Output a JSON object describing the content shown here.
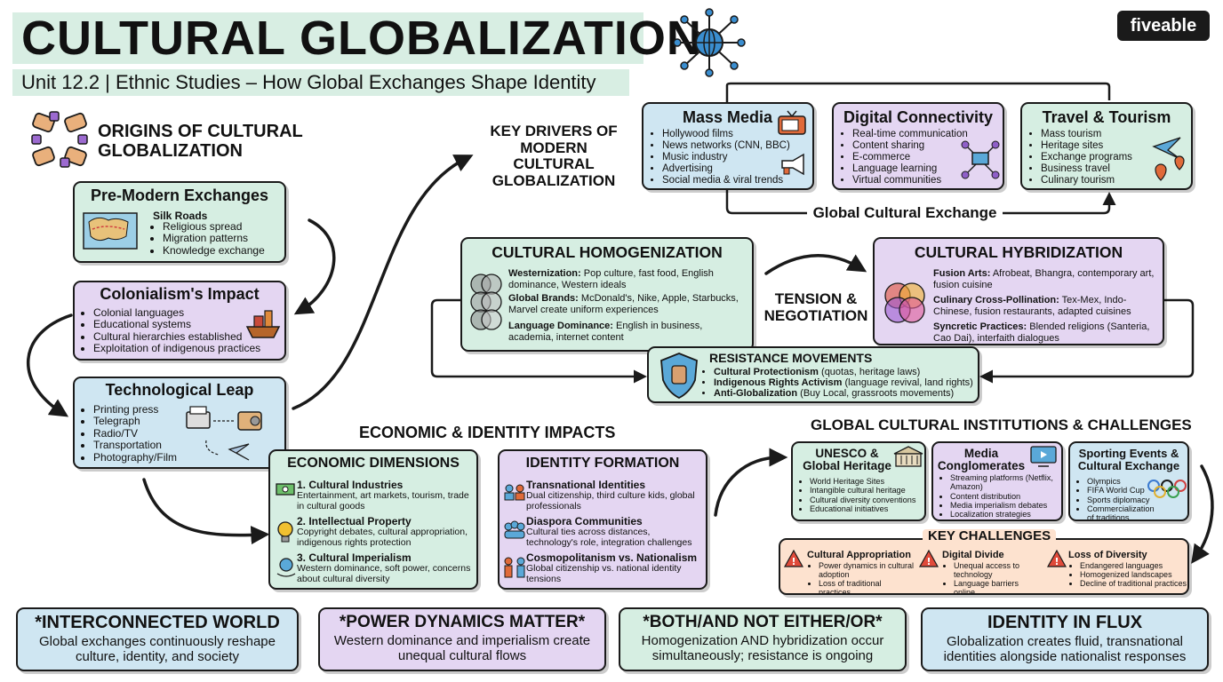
{
  "header": {
    "title": "CULTURAL GLOBALIZATION",
    "subtitle": "Unit 12.2 | Ethnic Studies – How Global Exchanges Shape Identity",
    "brand": "fiveable"
  },
  "origins": {
    "heading": "ORIGINS OF CULTURAL GLOBALIZATION",
    "pre_modern": {
      "title": "Pre-Modern Exchanges",
      "sub": "Silk Roads",
      "items": [
        "Religious spread",
        "Migration patterns",
        "Knowledge exchange"
      ]
    },
    "colonialism": {
      "title": "Colonialism's Impact",
      "items": [
        "Colonial languages",
        "Educational systems",
        "Cultural hierarchies established",
        "Exploitation of indigenous practices"
      ]
    },
    "technology": {
      "title": "Technological Leap",
      "items": [
        "Printing press",
        "Telegraph",
        "Radio/TV",
        "Transportation",
        "Photography/Film"
      ]
    }
  },
  "drivers": {
    "heading": "KEY DRIVERS OF MODERN CULTURAL GLOBALIZATION",
    "mass_media": {
      "title": "Mass Media",
      "items": [
        "Hollywood films",
        "News networks (CNN, BBC)",
        "Music industry",
        "Advertising",
        "Social media & viral trends"
      ]
    },
    "digital": {
      "title": "Digital Connectivity",
      "items": [
        "Real-time communication",
        "Content sharing",
        "E-commerce",
        "Language learning",
        "Virtual communities"
      ]
    },
    "travel": {
      "title": "Travel & Tourism",
      "items": [
        "Mass tourism",
        "Heritage sites",
        "Exchange programs",
        "Business travel",
        "Culinary tourism"
      ]
    },
    "exchange_label": "Global Cultural Exchange"
  },
  "homogenization": {
    "title": "CULTURAL HOMOGENIZATION",
    "items": [
      {
        "label": "Westernization:",
        "text": "Pop culture, fast food, English dominance, Western ideals"
      },
      {
        "label": "Global Brands:",
        "text": "McDonald's, Nike, Apple, Starbucks, Marvel create uniform experiences"
      },
      {
        "label": "Language Dominance:",
        "text": "English in business, academia, internet content"
      }
    ]
  },
  "tension": {
    "label": "TENSION & NEGOTIATION"
  },
  "hybridization": {
    "title": "CULTURAL HYBRIDIZATION",
    "items": [
      {
        "label": "Fusion Arts:",
        "text": "Afrobeat, Bhangra, contemporary art, fusion cuisine"
      },
      {
        "label": "Culinary Cross-Pollination:",
        "text": "Tex-Mex, Indo-Chinese, fusion restaurants, adapted cuisines"
      },
      {
        "label": "Syncretic Practices:",
        "text": "Blended religions (Santeria, Cao Dai), interfaith dialogues"
      }
    ]
  },
  "resistance": {
    "title": "RESISTANCE MOVEMENTS",
    "items": [
      {
        "label": "Cultural Protectionism",
        "text": "(quotas, heritage laws)"
      },
      {
        "label": "Indigenous Rights Activism",
        "text": "(language revival, land rights)"
      },
      {
        "label": "Anti-Globalization",
        "text": "(Buy Local, grassroots movements)"
      }
    ]
  },
  "economic_identity": {
    "heading": "ECONOMIC & IDENTITY IMPACTS",
    "economic": {
      "title": "ECONOMIC DIMENSIONS",
      "items": [
        {
          "label": "1. Cultural Industries",
          "text": "Entertainment, art markets, tourism, trade in cultural goods"
        },
        {
          "label": "2. Intellectual Property",
          "text": "Copyright debates, cultural appropriation, indigenous rights protection"
        },
        {
          "label": "3. Cultural Imperialism",
          "text": "Western dominance, soft power, concerns about cultural diversity"
        }
      ]
    },
    "identity": {
      "title": "IDENTITY FORMATION",
      "items": [
        {
          "label": "Transnational Identities",
          "text": "Dual citizenship, third culture kids, global professionals"
        },
        {
          "label": "Diaspora Communities",
          "text": "Cultural ties across distances, technology's role, integration challenges"
        },
        {
          "label": "Cosmopolitanism vs. Nationalism",
          "text": "Global citizenship vs. national identity tensions"
        }
      ]
    }
  },
  "institutions": {
    "heading": "GLOBAL CULTURAL INSTITUTIONS & CHALLENGES",
    "unesco": {
      "title": "UNESCO & Global Heritage",
      "items": [
        "World Heritage Sites",
        "Intangible cultural heritage",
        "Cultural diversity conventions",
        "Educational initiatives"
      ]
    },
    "media": {
      "title": "Media Conglomerates",
      "items": [
        "Streaming platforms (Netflix, Amazon)",
        "Content distribution",
        "Media imperialism debates",
        "Localization strategies"
      ]
    },
    "sports": {
      "title": "Sporting Events & Cultural Exchange",
      "items": [
        "Olympics",
        "FIFA World Cup",
        "Sports diplomacy",
        "Commercialization of traditions"
      ]
    },
    "challenges": {
      "title": "KEY CHALLENGES",
      "columns": [
        {
          "title": "Cultural Appropriation",
          "items": [
            "Power dynamics in cultural adoption",
            "Loss of traditional practices"
          ]
        },
        {
          "title": "Digital Divide",
          "items": [
            "Unequal access to technology",
            "Language barriers online"
          ]
        },
        {
          "title": "Loss of Diversity",
          "items": [
            "Endangered languages",
            "Homogenized landscapes",
            "Decline of traditional practices"
          ]
        }
      ]
    }
  },
  "takeaways": [
    {
      "title": "*INTERCONNECTED WORLD",
      "text": "Global exchanges continuously reshape culture, identity, and society"
    },
    {
      "title": "*POWER DYNAMICS MATTER*",
      "text": "Western dominance and imperialism create unequal cultural flows"
    },
    {
      "title": "*BOTH/AND NOT EITHER/OR*",
      "text": "Homogenization AND hybridization occur simultaneously; resistance is ongoing"
    },
    {
      "title": "IDENTITY IN FLUX",
      "text": "Globalization creates fluid, transnational identities alongside nationalist responses"
    }
  ],
  "colors": {
    "blue": "#cfe6f2",
    "green": "#d6eee2",
    "purple": "#e4d6f2",
    "peach": "#fde2cf",
    "highlight": "#d8eee3"
  }
}
